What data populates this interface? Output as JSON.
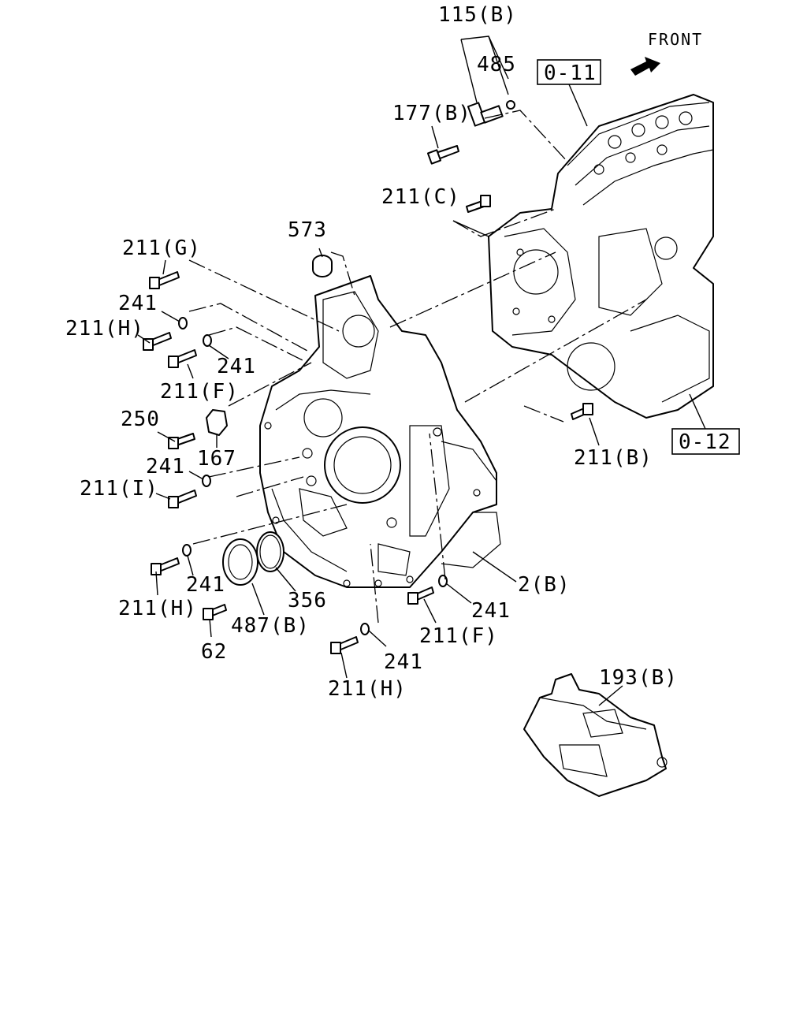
{
  "direction_label": "FRONT",
  "ref_boxes": {
    "upper": "0-11",
    "lower": "0-12"
  },
  "callouts": {
    "c115B": "115(B)",
    "c485": "485",
    "c177B": "177(B)",
    "c211C": "211(C)",
    "c573": "573",
    "c211G": "211(G)",
    "c241a": "241",
    "c211Ha": "211(H)",
    "c241b": "241",
    "c211Fa": "211(F)",
    "c250": "250",
    "c167": "167",
    "c241c": "241",
    "c211I": "211(I)",
    "c211B": "211(B)",
    "c2B": "2(B)",
    "c211Hb": "211(H)",
    "c241d": "241",
    "c356": "356",
    "c487B": "487(B)",
    "c62": "62",
    "c241e": "241",
    "c211Fb": "211(F)",
    "c241f": "241",
    "c211Hc": "211(H)",
    "c193B": "193(B)"
  },
  "colors": {
    "ink": "#000000",
    "paper": "#ffffff"
  }
}
